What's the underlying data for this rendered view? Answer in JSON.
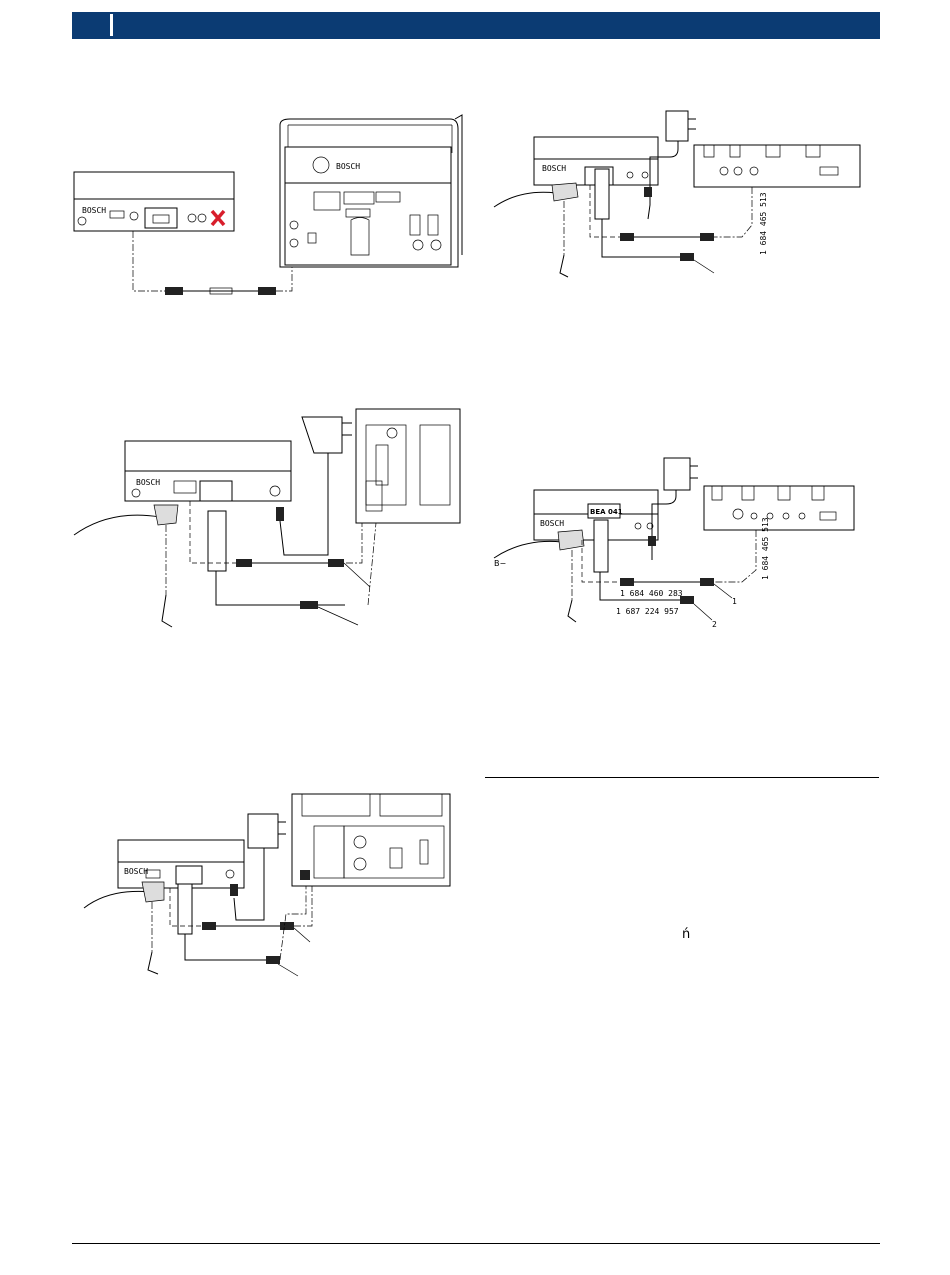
{
  "header": {
    "color": "#0b3b73"
  },
  "figures": [
    {
      "id": "fig-top-left",
      "brand_label": "BOSCH",
      "panel_label": "BOSCH"
    },
    {
      "id": "fig-top-right",
      "brand_label": "BOSCH",
      "part_number": "1 684 465 513"
    },
    {
      "id": "fig-mid-left",
      "brand_label": "BOSCH"
    },
    {
      "id": "fig-mid-right",
      "brand_label": "BOSCH",
      "device_label": "BEA 041",
      "battery_label": "B−",
      "part_number_vertical": "1 684 465 513",
      "cable_1": "1 684 460 283",
      "cable_2": "1 687 224 957",
      "callout_1": "1",
      "callout_2": "2"
    },
    {
      "id": "fig-bottom-left",
      "brand_label": "BOSCH"
    }
  ],
  "stray_char": "ń"
}
